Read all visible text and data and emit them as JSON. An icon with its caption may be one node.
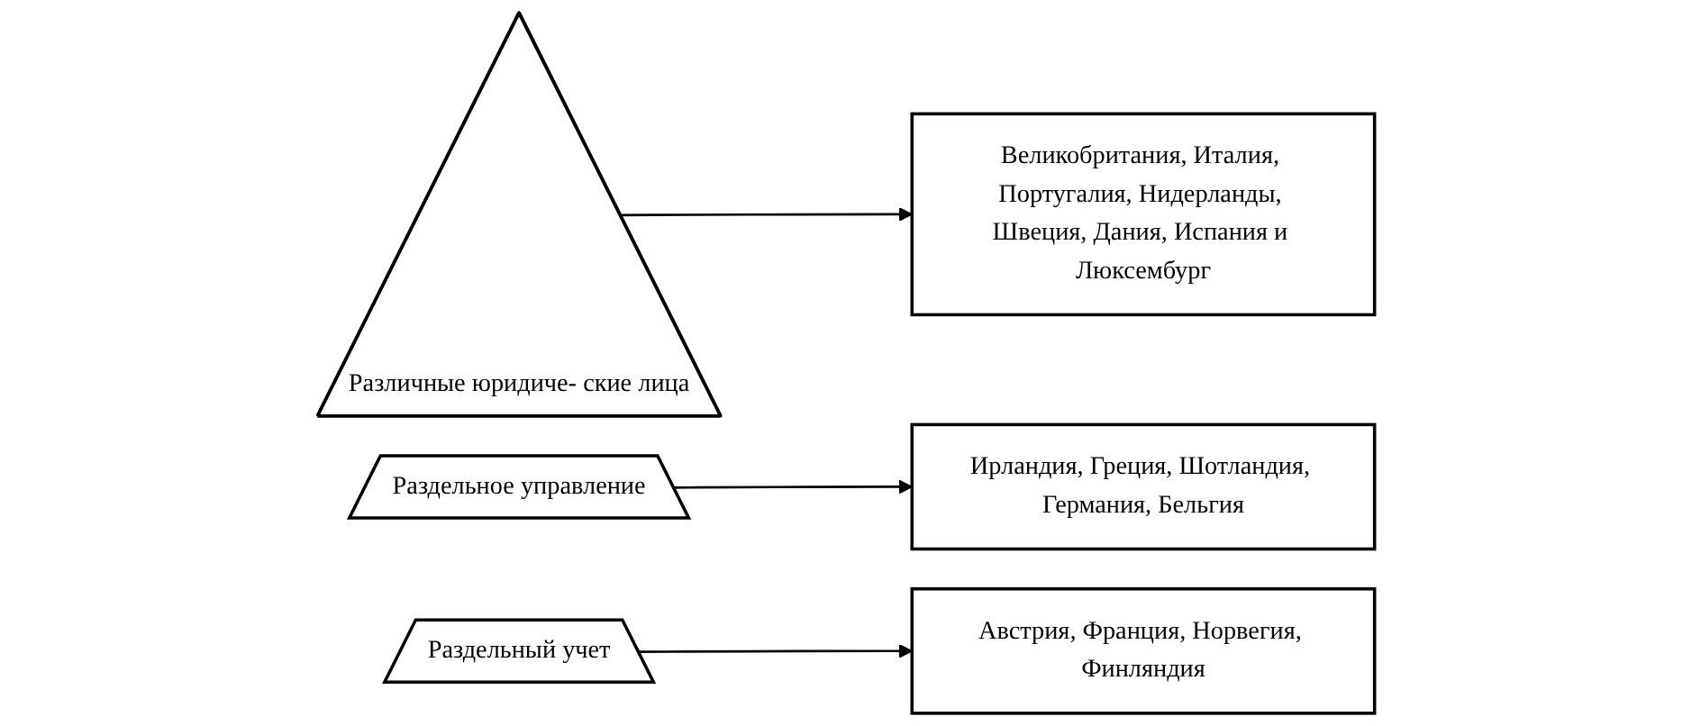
{
  "diagram": {
    "nodes": [
      {
        "text": [
          "Различные юридиче- ские лица"
        ]
      },
      {
        "text": [
          "Раздельное управление"
        ]
      },
      {
        "text": [
          "Раздельный учет"
        ]
      },
      {
        "text": [
          "Великобритания, Италия, Португалия, Нидерланды, Швеция, Дания, Испания и Люксембург"
        ]
      },
      {
        "text": [
          "Ирландия, Греция, Шотландия, Германия, Бельгия"
        ]
      },
      {
        "text": [
          "Австрия, Франция, Норвегия, Финляндия"
        ]
      }
    ],
    "edges": [
      {
        "from": 0,
        "to": 3,
        "arrow": "to"
      },
      {
        "from": 1,
        "to": 4,
        "arrow": "to"
      },
      {
        "from": 2,
        "to": 5,
        "arrow": "to"
      }
    ]
  }
}
